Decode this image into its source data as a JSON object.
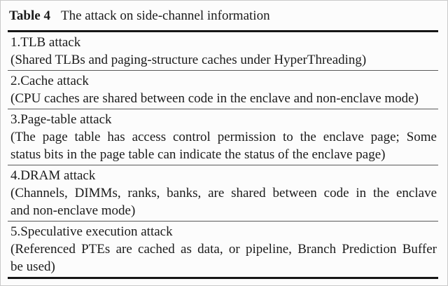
{
  "caption": {
    "label": "Table 4",
    "text": "The attack on side-channel information"
  },
  "table": {
    "rows": [
      {
        "title": "1.TLB attack",
        "description_lines": [
          "(Shared TLBs and paging-structure caches under HyperThreading)"
        ]
      },
      {
        "title": "2.Cache attack",
        "description_lines": [
          "(CPU caches are shared between code in the enclave and non-enclave mode)"
        ]
      },
      {
        "title": "3.Page-table attack",
        "description_lines": [
          "(The page table has access control permission to the enclave page; Some",
          "status bits in the page table can indicate the status of the enclave page)"
        ]
      },
      {
        "title": "4.DRAM attack",
        "description_lines": [
          "(Channels, DIMMs, ranks, banks, are shared between code in the enclave",
          "and non-enclave mode)"
        ]
      },
      {
        "title": "5.Speculative execution attack",
        "description_lines": [
          "(Referenced PTEs are cached as data, or pipeline, Branch Prediction Buffer",
          "be used)"
        ]
      }
    ]
  },
  "colors": {
    "text": "#1b1b1b",
    "thick_rule": "#161616",
    "thin_rule": "#5a5a5a",
    "background": "#fcfcfc"
  }
}
